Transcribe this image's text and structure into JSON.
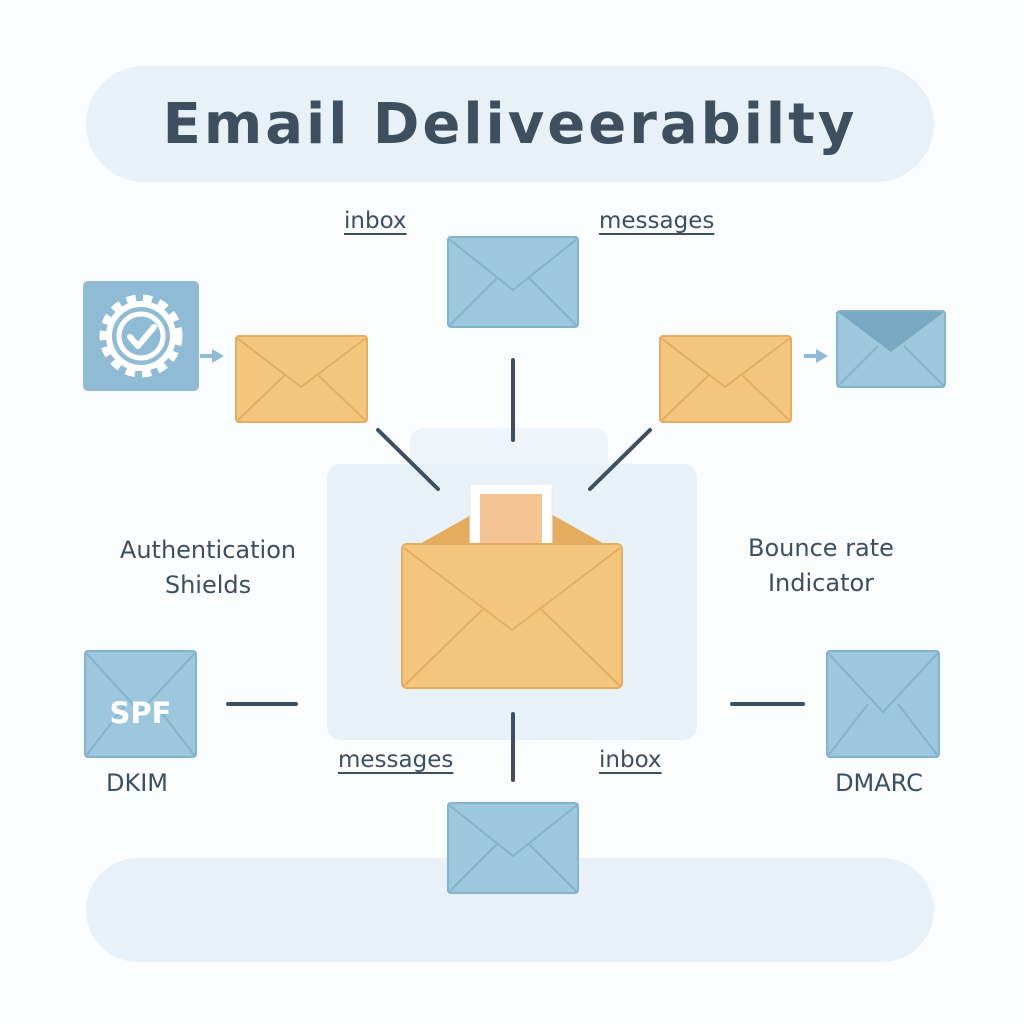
{
  "title": "Email Deliveerabilty",
  "links": {
    "inbox_top": "inbox",
    "messages_top": "messages",
    "messages_bottom": "messages",
    "inbox_bottom": "inbox"
  },
  "labels": {
    "authentication_line1": "Authentication",
    "authentication_line2": "Shields",
    "bounce_line1": "Bounce rate",
    "bounce_line2": "Indicator"
  },
  "envelope_texts": {
    "spf": "SPF"
  },
  "protocols": {
    "dkim": "DKIM",
    "dmarc": "DMARC"
  },
  "icons": [
    "gear-check-icon",
    "envelope-icon",
    "arrow-right-icon"
  ],
  "colors": {
    "blue_envelope": "#9cc7dd",
    "orange_envelope": "#f4c57d",
    "connector": "#3e4f5f",
    "pill": "#e8f1f8",
    "text": "#3e4f5f"
  }
}
